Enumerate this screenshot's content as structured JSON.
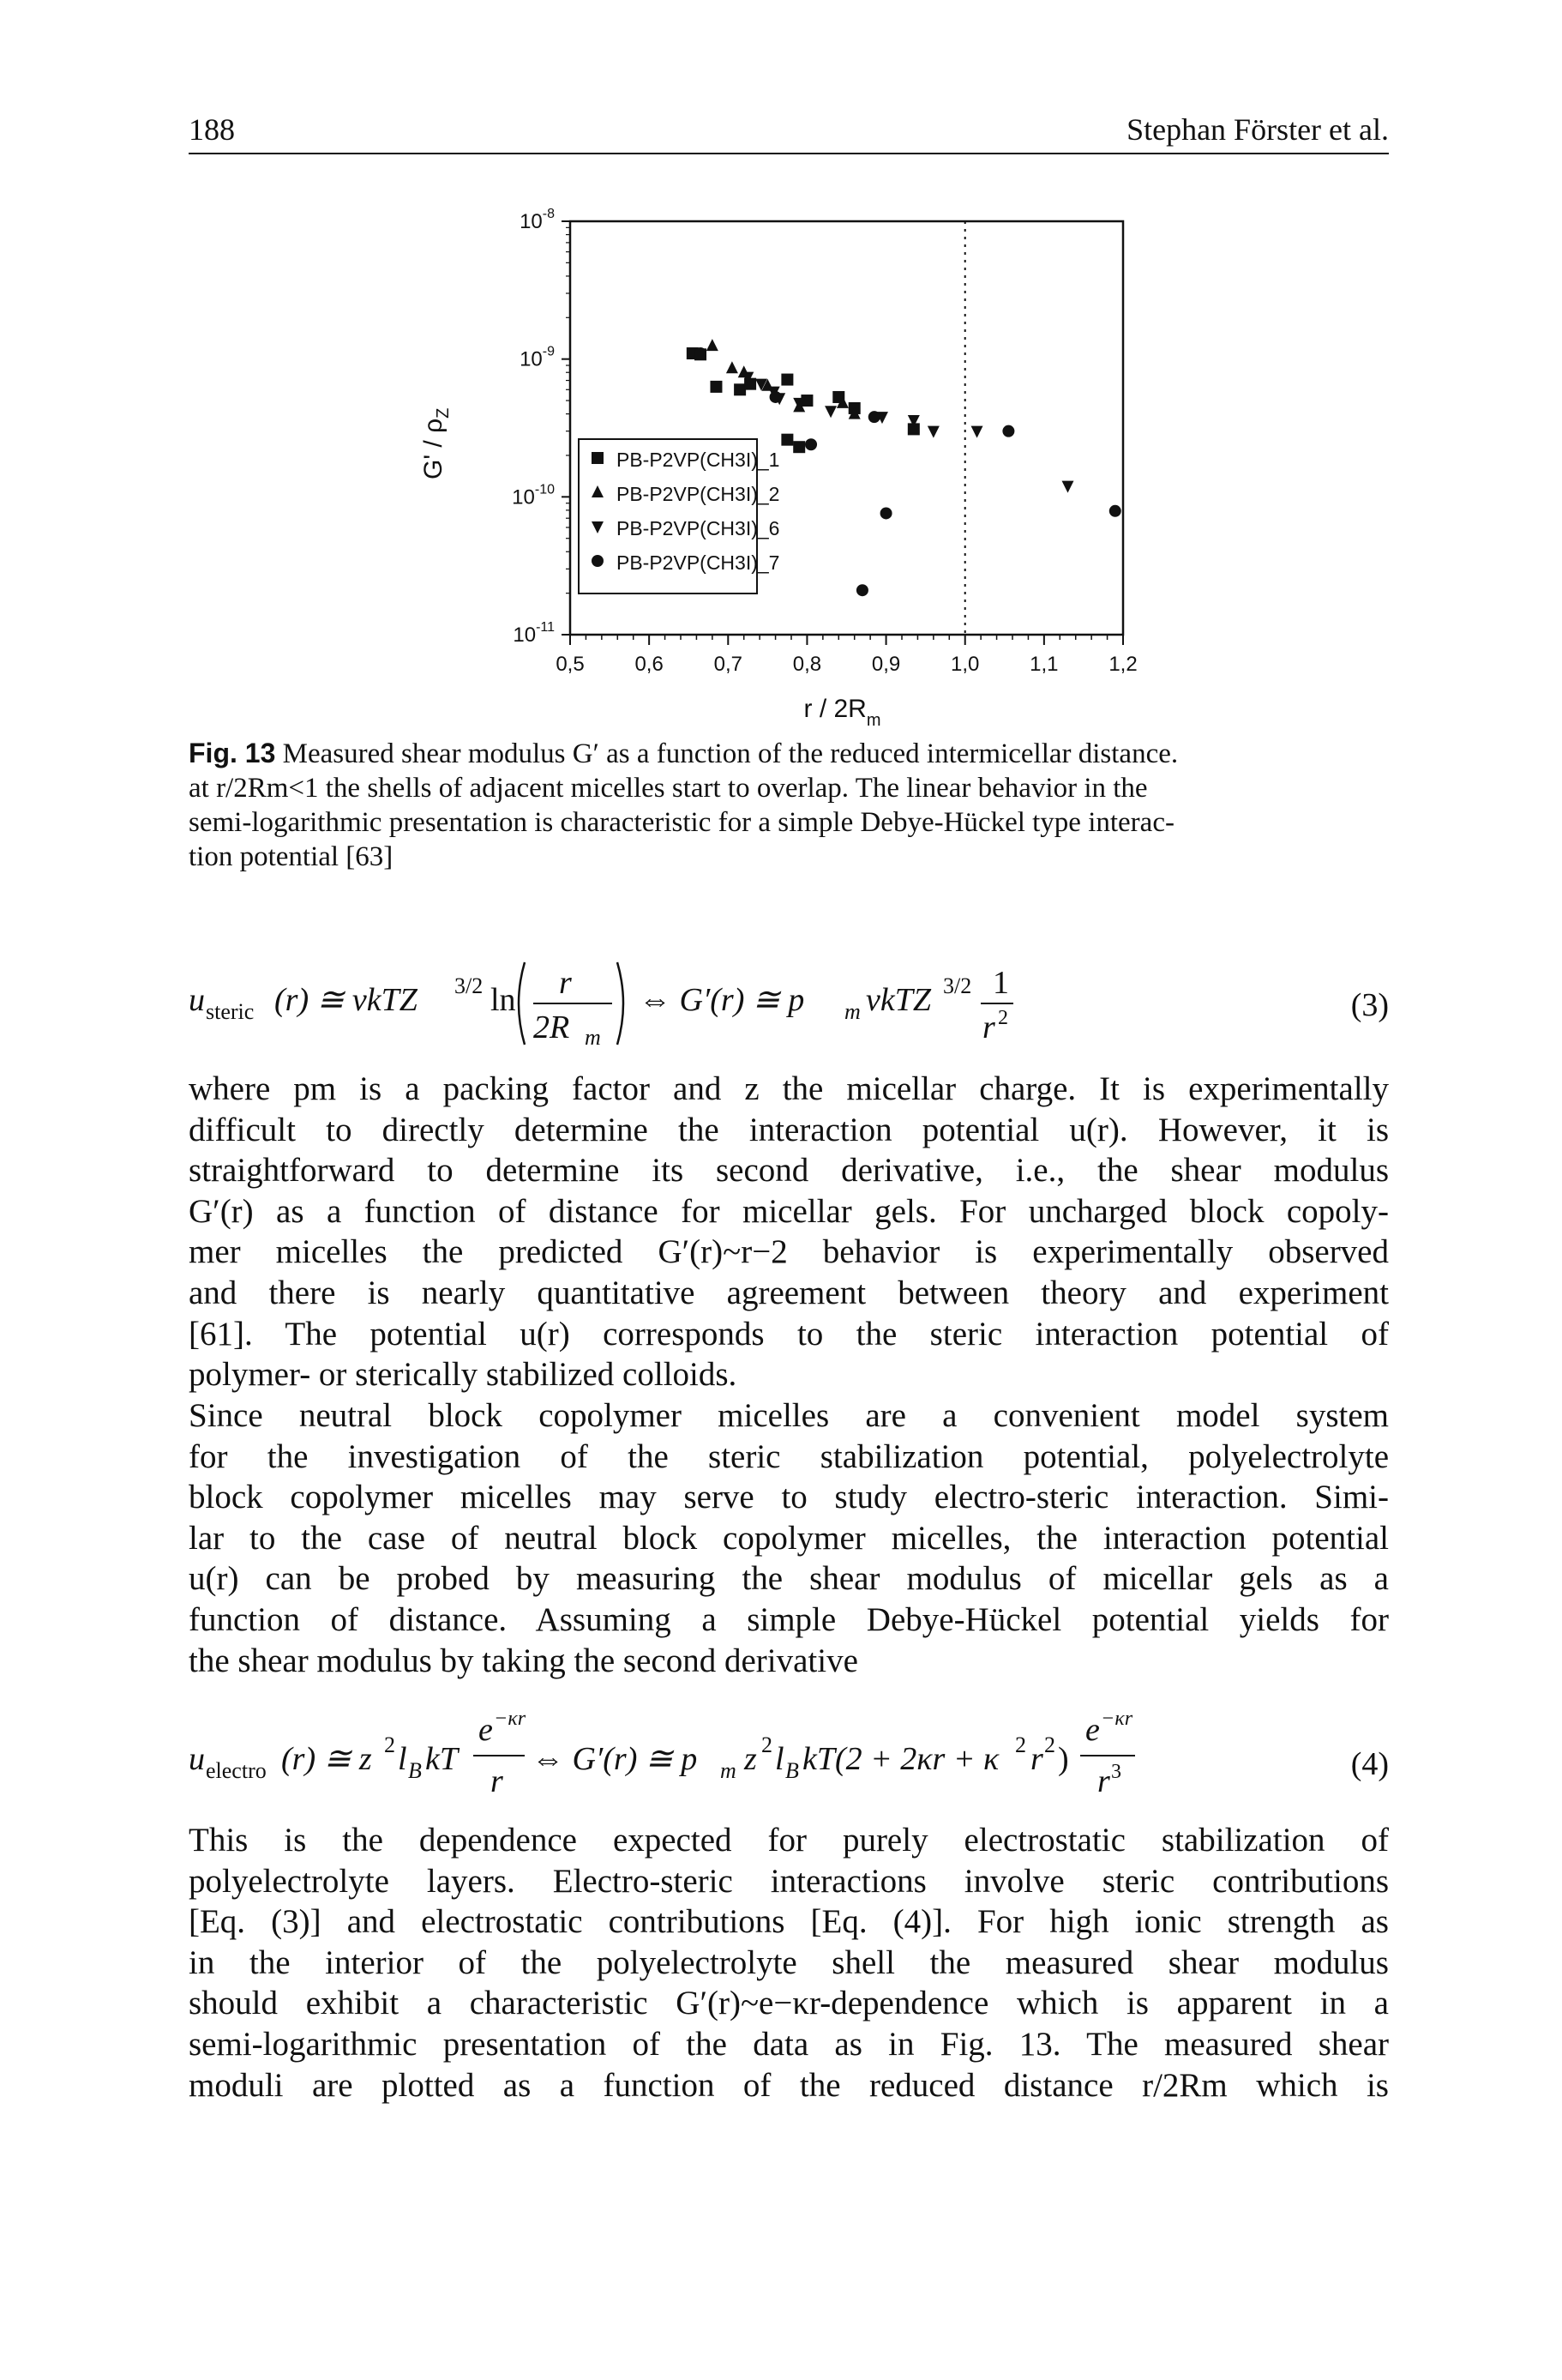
{
  "header": {
    "page_number": "188",
    "running_head": "Stephan Förster et al."
  },
  "chart_data": {
    "type": "scatter",
    "xlabel": "r / 2R",
    "xlabel_sub": "m",
    "ylabel": "G' / ρ",
    "ylabel_sub": "Z",
    "y_scale": "log",
    "xlim": [
      0.5,
      1.2
    ],
    "ylim": [
      1e-11,
      1e-08
    ],
    "x_ticks": [
      "0,5",
      "0,6",
      "0,7",
      "0,8",
      "0,9",
      "1,0",
      "1,1",
      "1,2"
    ],
    "y_ticks": [
      "10-8",
      "10-9",
      "10-10",
      "10-11"
    ],
    "reference_line_x": 1.0,
    "legend_position": "lower-left",
    "series": [
      {
        "name": "PB-P2VP(CH3I)_1",
        "marker": "square",
        "points": [
          [
            0.655,
            1.1e-09
          ],
          [
            0.665,
            1.08e-09
          ],
          [
            0.685,
            6.3e-10
          ],
          [
            0.715,
            6e-10
          ],
          [
            0.728,
            6.6e-10
          ],
          [
            0.775,
            7.1e-10
          ],
          [
            0.775,
            2.6e-10
          ],
          [
            0.79,
            2.3e-10
          ],
          [
            0.8,
            5e-10
          ],
          [
            0.84,
            5.3e-10
          ],
          [
            0.86,
            4.4e-10
          ],
          [
            0.935,
            3.1e-10
          ]
        ]
      },
      {
        "name": "PB-P2VP(CH3I)_2",
        "marker": "triangle-up",
        "points": [
          [
            0.68,
            1.25e-09
          ],
          [
            0.705,
            8.6e-10
          ],
          [
            0.72,
            8e-10
          ],
          [
            0.75,
            6.4e-10
          ],
          [
            0.79,
            4.5e-10
          ],
          [
            0.845,
            4.8e-10
          ],
          [
            0.86,
            4e-10
          ],
          [
            0.935,
            3.2e-10
          ]
        ]
      },
      {
        "name": "PB-P2VP(CH3I)_6",
        "marker": "triangle-down",
        "points": [
          [
            0.725,
            7.4e-10
          ],
          [
            0.742,
            6.6e-10
          ],
          [
            0.758,
            5.8e-10
          ],
          [
            0.765,
            5.2e-10
          ],
          [
            0.79,
            4.8e-10
          ],
          [
            0.83,
            4.2e-10
          ],
          [
            0.895,
            3.8e-10
          ],
          [
            0.935,
            3.6e-10
          ],
          [
            0.96,
            3e-10
          ],
          [
            1.015,
            3e-10
          ],
          [
            1.13,
            1.2e-10
          ]
        ]
      },
      {
        "name": "PB-P2VP(CH3I)_7",
        "marker": "circle",
        "points": [
          [
            0.665,
            1.1e-09
          ],
          [
            0.76,
            5.3e-10
          ],
          [
            0.805,
            2.4e-10
          ],
          [
            0.885,
            3.8e-10
          ],
          [
            0.9,
            7.6e-11
          ],
          [
            1.055,
            3e-10
          ],
          [
            1.19,
            7.9e-11
          ],
          [
            0.87,
            2.1e-11
          ]
        ]
      }
    ]
  },
  "caption": {
    "label": "Fig. 13",
    "lines": [
      "Measured shear modulus G′ as a function of the reduced intermicellar distance.",
      "at r/2Rm<1 the shells of adjacent micelles start to overlap. The linear behavior in the",
      "semi-logarithmic presentation is characteristic for a simple Debye-Hückel type interac-",
      "tion potential [63]"
    ]
  },
  "equations": {
    "eq3": {
      "lhs": "u",
      "lhs_sub": "steric",
      "body1": "(r) ≅ vkTZ",
      "sup1": "3/2",
      "body2": "ln",
      "frac_num": "r",
      "frac_den": "2R",
      "frac_den_sub": "m",
      "body3": "⇔ G′(r) ≅ p",
      "body3_sub": "m",
      "body4": "vkTZ",
      "sup2": "3/2",
      "frac2_num": "1",
      "frac2_den": "r",
      "frac2_den_sup": "2",
      "number": "(3)"
    },
    "eq4": {
      "lhs": "u",
      "lhs_sub": "electro",
      "body1": "(r) ≅ z",
      "sup1": "2",
      "body2": "l",
      "body2_sub": "B",
      "body3": "kT",
      "frac_num": "e",
      "frac_num_sup": "−κr",
      "frac_den": "r",
      "body4": "⇔ G′(r) ≅ p",
      "body4_sub": "m",
      "body5": "z",
      "body5_sup": "2",
      "body6": "l",
      "body6_sub": "B",
      "body7": "kT(2 + 2κr + κ",
      "body7_sup": "2",
      "body8": "r",
      "body8_sup": "2",
      "body9": ")",
      "frac2_num": "e",
      "frac2_num_sup": "−κr",
      "frac2_den": "r",
      "frac2_den_sup": "3",
      "number": "(4)"
    }
  },
  "paragraphs": [
    {
      "id": "p1",
      "lines": [
        "where pm is a packing factor and z the micellar charge. It is experimentally",
        "difficult to directly determine the interaction potential u(r). However, it is",
        "straightforward to determine its second derivative, i.e., the shear modulus",
        "G′(r) as a function of distance for micellar gels. For uncharged block copoly-",
        "mer micelles the predicted G′(r)~r−2 behavior is experimentally observed",
        "and there is nearly quantitative agreement between theory and experiment",
        "[61]. The potential u(r) corresponds to the steric interaction potential of",
        "polymer- or sterically stabilized colloids."
      ]
    },
    {
      "id": "p2",
      "lines": [
        "Since neutral block copolymer micelles are a convenient model system",
        "for the investigation of the steric stabilization potential, polyelectrolyte",
        "block copolymer micelles may serve to study electro-steric interaction. Simi-",
        "lar to the case of neutral block copolymer micelles, the interaction potential",
        "u(r) can be probed by measuring the shear modulus of micellar gels as a",
        "function of distance. Assuming a simple Debye-Hückel potential yields for",
        "the shear modulus by taking the second derivative"
      ]
    },
    {
      "id": "p3",
      "lines": [
        "This is the dependence expected for purely electrostatic stabilization of",
        "polyelectrolyte layers. Electro-steric interactions involve steric contributions",
        "[Eq. (3)] and electrostatic contributions [Eq. (4)]. For high ionic strength as",
        "in the interior of the polyelectrolyte shell the measured shear modulus",
        "should exhibit a characteristic G′(r)~e−κr-dependence which is apparent in a",
        "semi-logarithmic presentation of the data as in Fig. 13. The measured shear",
        "moduli are plotted as a function of the reduced distance r/2Rm which is"
      ]
    }
  ]
}
